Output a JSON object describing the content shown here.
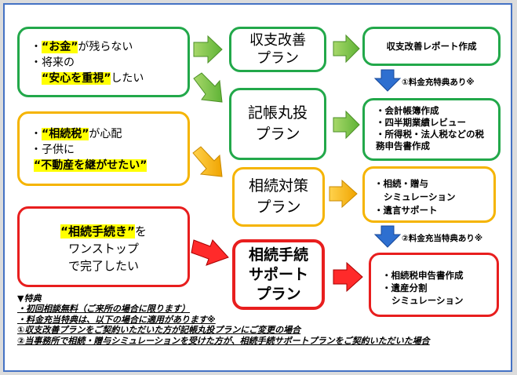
{
  "needs": {
    "money": {
      "l1_pre": "・",
      "l1_hl": "“お金”",
      "l1_post": "が残らない",
      "l2": "・将来の",
      "l3_hl": "“安心を重視”",
      "l3_post": "したい"
    },
    "inheritance": {
      "l1_pre": "・",
      "l1_hl": "“相続税”",
      "l1_post": "が心配",
      "l2": "・子供に",
      "l3_hl": "“不動産を継がせたい”"
    },
    "procedure": {
      "l1_hl": "“相続手続き”",
      "l1_post": "を",
      "l2": "ワンストップ",
      "l3": "で完了したい"
    }
  },
  "plans": {
    "income": [
      "収支改善",
      "プラン"
    ],
    "bookkeeping": [
      "記帳丸投",
      "プラン"
    ],
    "inheritance_tax": [
      "相続対策",
      "プラン"
    ],
    "support": [
      "相続手続",
      "サポート",
      "プラン"
    ]
  },
  "results": {
    "income": [
      "収支改善レポート作成"
    ],
    "bookkeeping": [
      "・会計帳簿作成",
      "・四半期業績レビュー",
      "・所得税・法人税などの税務申告書作成"
    ],
    "inheritance_tax": [
      "・相続・贈与",
      "シミュレーション",
      "・遺言サポート"
    ],
    "support": [
      "・相続税申告書作成",
      "・遺産分割",
      "シミュレーション"
    ]
  },
  "notes": {
    "note1": "①料金充特典あり※",
    "note2": "②料金充当特典あり※"
  },
  "footer": {
    "title": "▼特典",
    "line1": "・初回相談無料（ご来所の場合に限ります）",
    "line2": "・料金充当特典は、以下の場合に適用があります※",
    "line3": "①収支改善プランをご契約いただいた方が記帳丸投プランにご変更の場合",
    "line4": "②当事務所で相続・贈与シミュレーションを受けた方が、相続手続サポートプランをご契約いただいた場合"
  },
  "colors": {
    "green": "#22a84a",
    "orange": "#f5b400",
    "red": "#e81e1e",
    "blue": "#2e6fd0",
    "highlight": "#ffff00"
  }
}
